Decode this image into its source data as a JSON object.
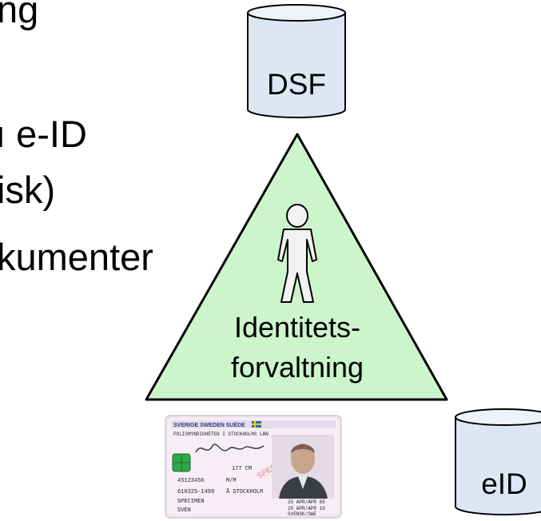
{
  "slide_text": {
    "line1": "ng",
    "line2": "ı e-ID",
    "line3": "isk)",
    "line4": "kumenter"
  },
  "triangle": {
    "fill": "#ccf5cc",
    "label_line1": "Identitets-",
    "label_line2": "forvaltning"
  },
  "databases": {
    "dsf_label": "DSF",
    "eid_label": "eID",
    "fill": "#dde6f5"
  },
  "id_card": {
    "header": "SVERIGE SWEDEN SUÈDE",
    "issuer": "POLISMYNDIGHETEN I STOCKHOLMS LÄN",
    "number": "45123456",
    "personnummer": "610325-1499",
    "surname": "SPECIMEN",
    "given_name": "SVEN",
    "height": "177 CM",
    "sex": "M/M",
    "place": "Å STOCKHOLM",
    "issued": "25 APR/APR 05",
    "expires": "25 APR/APR 10",
    "nationality": "SVENSK/SWE",
    "stamp": "SPECIMEN"
  }
}
